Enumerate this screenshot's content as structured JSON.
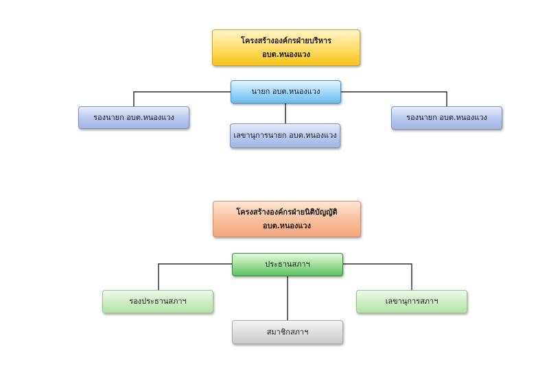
{
  "executive": {
    "title_line1": "โครงสร้างองค์กรฝ่ายบริหาร",
    "title_line2": "อบต.หนองแวง",
    "head": "นายก อบต.หนองแวง",
    "deputy_left": "รองนายก อบต.หนองแวง",
    "deputy_right": "รองนายก อบต.หนองแวง",
    "secretary": "เลขานุการนายก อบต.หนองแวง"
  },
  "legislative": {
    "title_line1": "โครงสร้างองค์กรฝ่ายนิติบัญญัติ",
    "title_line2": "อบต.หนองแวง",
    "head": "ประธานสภาฯ",
    "vice_chair": "รองประธานสภาฯ",
    "secretary": "เลขานุการสภาฯ",
    "member": "สมาชิกสภาฯ"
  },
  "colors": {
    "executive_title": "#f7c518",
    "executive_head": "#6cbcef",
    "executive_staff": "#a3b5e4",
    "legislative_title": "#f3a77d",
    "legislative_head": "#5cc064",
    "legislative_staff": "#b7e0aa",
    "legislative_member": "#cbcbcb",
    "connector": "#000000"
  }
}
